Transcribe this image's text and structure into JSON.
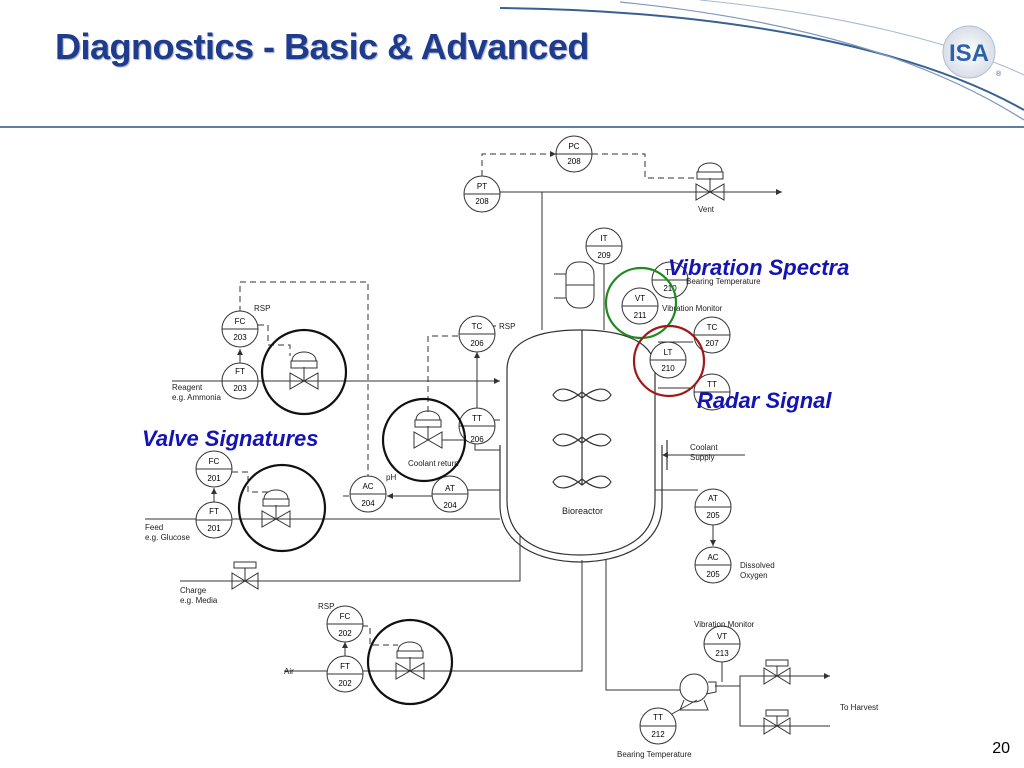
{
  "slide": {
    "title": "Diagnostics - Basic & Advanced",
    "page_number": "20",
    "logo_text": "ISA",
    "logo_mark": "®"
  },
  "colors": {
    "title": "#1f3b8c",
    "callout_blue": "#1414b4",
    "green_ring": "#1f8a1f",
    "red_ring": "#a01818",
    "logo_blue": "#2d62a8"
  },
  "callouts": {
    "vibration": "Vibration Spectra",
    "radar": "Radar Signal",
    "valve": "Valve Signatures"
  },
  "instruments": [
    {
      "id": "pc208",
      "tag": "PC",
      "num": "208"
    },
    {
      "id": "pt208",
      "tag": "PT",
      "num": "208"
    },
    {
      "id": "it209",
      "tag": "IT",
      "num": "209"
    },
    {
      "id": "tt210",
      "tag": "TT",
      "num": "210"
    },
    {
      "id": "vt211",
      "tag": "VT",
      "num": "211"
    },
    {
      "id": "lt210",
      "tag": "LT",
      "num": "210"
    },
    {
      "id": "tc207",
      "tag": "TC",
      "num": "207"
    },
    {
      "id": "tt207",
      "tag": "TT",
      "num": ""
    },
    {
      "id": "tc206",
      "tag": "TC",
      "num": "206"
    },
    {
      "id": "tt206",
      "tag": "TT",
      "num": "206"
    },
    {
      "id": "fc203",
      "tag": "FC",
      "num": "203"
    },
    {
      "id": "ft203",
      "tag": "FT",
      "num": "203"
    },
    {
      "id": "fc201",
      "tag": "FC",
      "num": "201"
    },
    {
      "id": "ft201",
      "tag": "FT",
      "num": "201"
    },
    {
      "id": "ac204",
      "tag": "AC",
      "num": "204"
    },
    {
      "id": "at204",
      "tag": "AT",
      "num": "204"
    },
    {
      "id": "at205",
      "tag": "AT",
      "num": "205"
    },
    {
      "id": "ac205",
      "tag": "AC",
      "num": "205"
    },
    {
      "id": "fc202",
      "tag": "FC",
      "num": "202"
    },
    {
      "id": "ft202",
      "tag": "FT",
      "num": "202"
    },
    {
      "id": "vt213",
      "tag": "VT",
      "num": "213"
    },
    {
      "id": "tt212",
      "tag": "TT",
      "num": "212"
    }
  ],
  "labels": {
    "vent": "Vent",
    "bearing_temp_top": "Bearing Temperature",
    "vibration_monitor_top": "Vibration Monitor",
    "rsp_206": "RSP",
    "rsp_203": "RSP",
    "rsp_202": "RSP",
    "reagent": "Reagent",
    "reagent_eg": "e.g. Ammonia",
    "coolant_return": "Coolant return",
    "ph": "pH",
    "coolant": "Coolant",
    "supply": "Supply",
    "feed": "Feed",
    "feed_eg": "e.g. Glucose",
    "bioreactor": "Bioreactor",
    "dissolved": "Dissolved",
    "oxygen": "Oxygen",
    "charge": "Charge",
    "charge_eg": "e.g. Media",
    "air": "Air",
    "vibration_monitor_bottom": "Vibration Monitor",
    "to_harvest": "To Harvest",
    "bearing_temp_bottom": "Bearing Temperature"
  }
}
